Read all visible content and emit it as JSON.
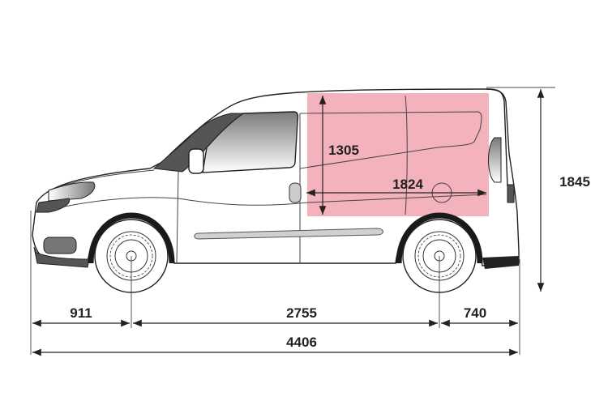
{
  "diagram": {
    "subject": "Panel van side view with dimensions (mm)",
    "colors": {
      "cargo_area": "#f2aab5",
      "line": "#222222",
      "dim_line": "#333333",
      "tire": "#1a1a1a",
      "trim": "#555555",
      "glass_top": "#777777",
      "glass_bottom": "#ffffff"
    },
    "dimensions": {
      "front_overhang": "911",
      "wheelbase": "2755",
      "rear_overhang": "740",
      "overall_length": "4406",
      "overall_height": "1845",
      "cargo_height": "1305",
      "cargo_length": "1824"
    }
  }
}
